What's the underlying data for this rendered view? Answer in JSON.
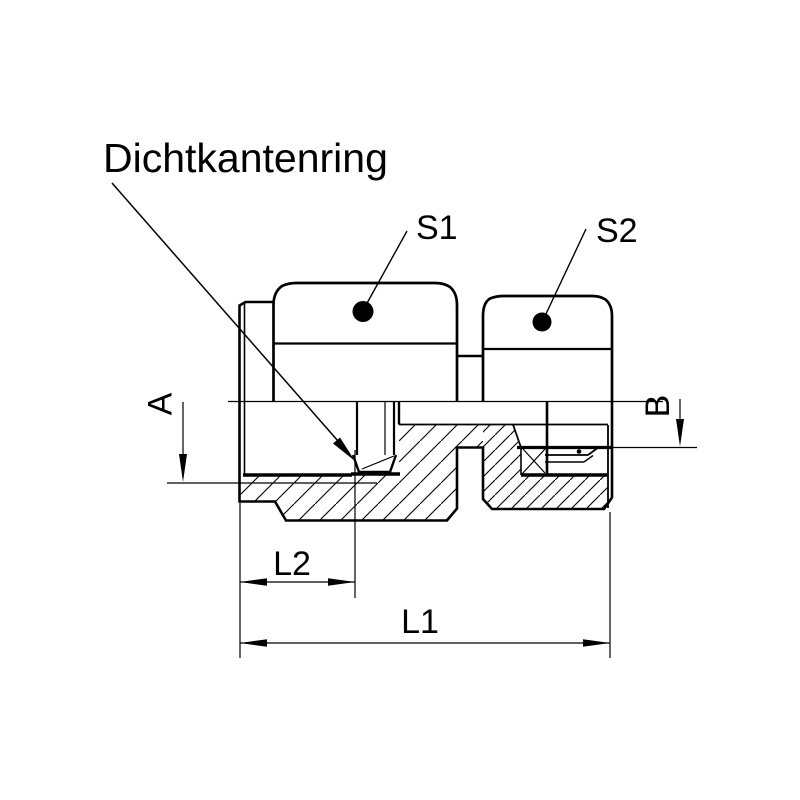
{
  "figure": {
    "type": "technical-drawing",
    "background_color": "#ffffff",
    "line_color": "#000000",
    "callout": {
      "label": "Dichtkantenring"
    },
    "wrench_markers": [
      {
        "label": "S1"
      },
      {
        "label": "S2"
      }
    ],
    "dimensions": {
      "a": "A",
      "b": "B",
      "l2": "L2",
      "l1": "L1"
    }
  }
}
